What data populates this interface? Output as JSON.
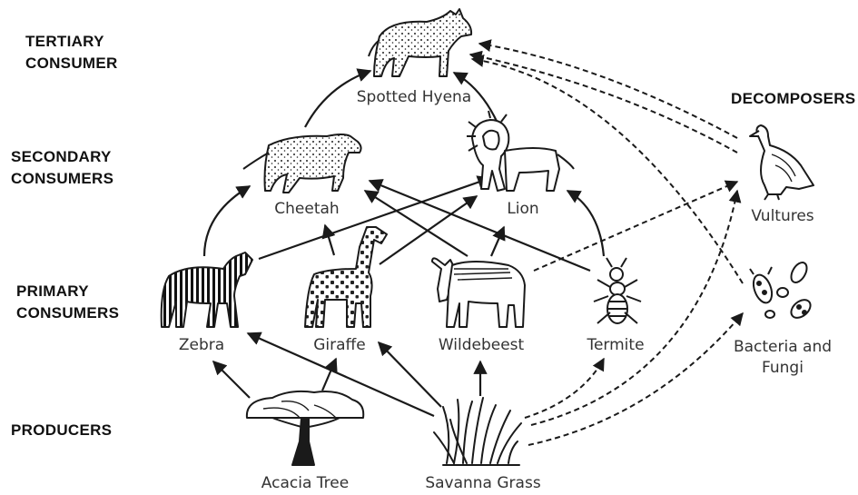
{
  "levels": {
    "tertiary": [
      "TERTIARY",
      "CONSUMER"
    ],
    "secondary": [
      "SECONDARY",
      "CONSUMERS"
    ],
    "primary": [
      "PRIMARY",
      "CONSUMERS"
    ],
    "producers": "PRODUCERS",
    "decomposers": "DECOMPOSERS"
  },
  "organisms": {
    "hyena": "Spotted Hyena",
    "cheetah": "Cheetah",
    "lion": "Lion",
    "zebra": "Zebra",
    "giraffe": "Giraffe",
    "wildebeest": "Wildebeest",
    "termite": "Termite",
    "acacia": "Acacia Tree",
    "grass": "Savanna Grass",
    "vultures": "Vultures",
    "bacteria": [
      "Bacteria and",
      "Fungi"
    ]
  },
  "icons": {
    "hyena": "hyena-icon",
    "cheetah": "cheetah-icon",
    "lion": "lion-icon",
    "zebra": "zebra-icon",
    "giraffe": "giraffe-icon",
    "wildebeest": "wildebeest-icon",
    "termite": "termite-icon",
    "acacia": "acacia-tree-icon",
    "grass": "grass-icon",
    "vultures": "vulture-icon",
    "bacteria": "bacteria-icon"
  },
  "colors": {
    "ink": "#1a1a1a",
    "text": "#333333"
  }
}
